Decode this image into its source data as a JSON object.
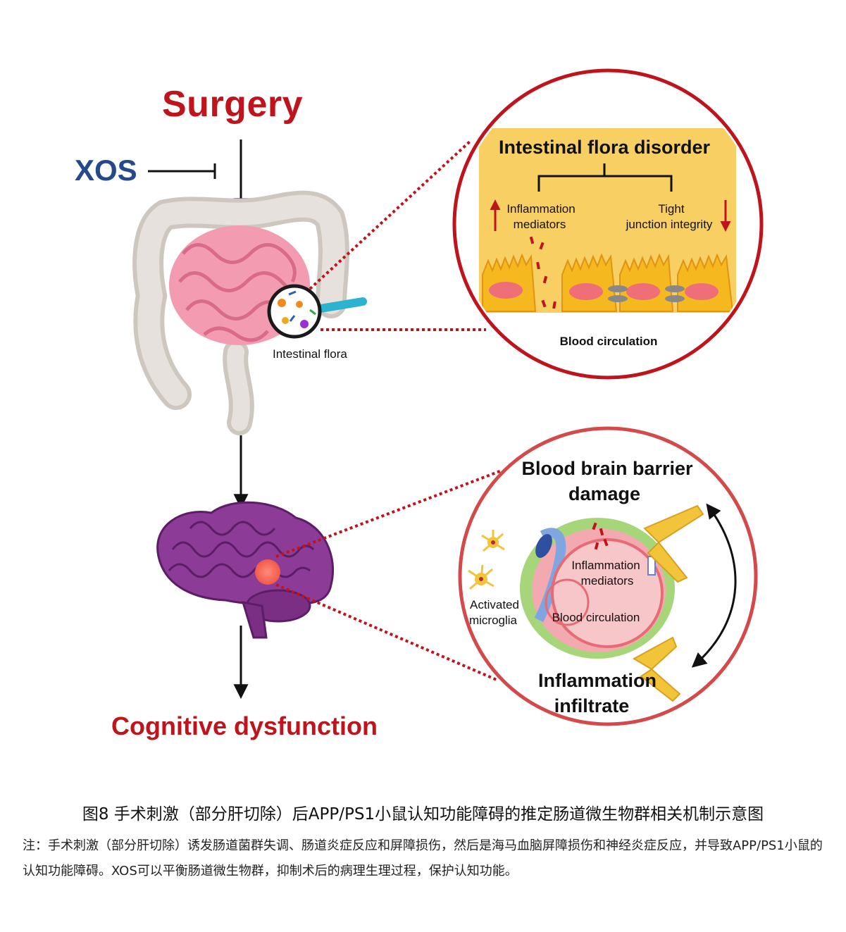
{
  "labels": {
    "surgery": "Surgery",
    "xos": "XOS",
    "cognitive": "Cognitive dysfunction",
    "intestinal_flora": "Intestinal flora"
  },
  "gut_inset": {
    "title": "Intestinal flora disorder",
    "left_label_1": "Inflammation",
    "left_label_2": "mediators",
    "right_label_1": "Tight",
    "right_label_2": "junction  integrity",
    "bottom_label": "Blood  circulation"
  },
  "brain_inset": {
    "title_1": "Blood brain barrier",
    "title_2": "damage",
    "inner_1": "Inflammation",
    "inner_2": "mediators",
    "blood": "Blood circulation",
    "microglia_1": "Activated",
    "microglia_2": "microglia",
    "bottom_1": "Inflammation",
    "bottom_2": "infiltrate"
  },
  "caption": {
    "title": "图8 手术刺激（部分肝切除）后APP/PS1小鼠认知功能障碍的推定肠道微生物群相关机制示意图",
    "note": "注：手术刺激（部分肝切除）诱发肠道菌群失调、肠道炎症反应和屏障损伤，然后是海马血脑屏障损伤和神经炎症反应，并导致APP/PS1小鼠的认知功能障碍。XOS可以平衡肠道微生物群，抑制术后的病理生理过程，保护认知功能。"
  },
  "colors": {
    "red_title": "#c0141d",
    "blue_xos": "#244a8c",
    "inset_border": "#c0141d",
    "gut_panel": "#f7cf63"
  }
}
